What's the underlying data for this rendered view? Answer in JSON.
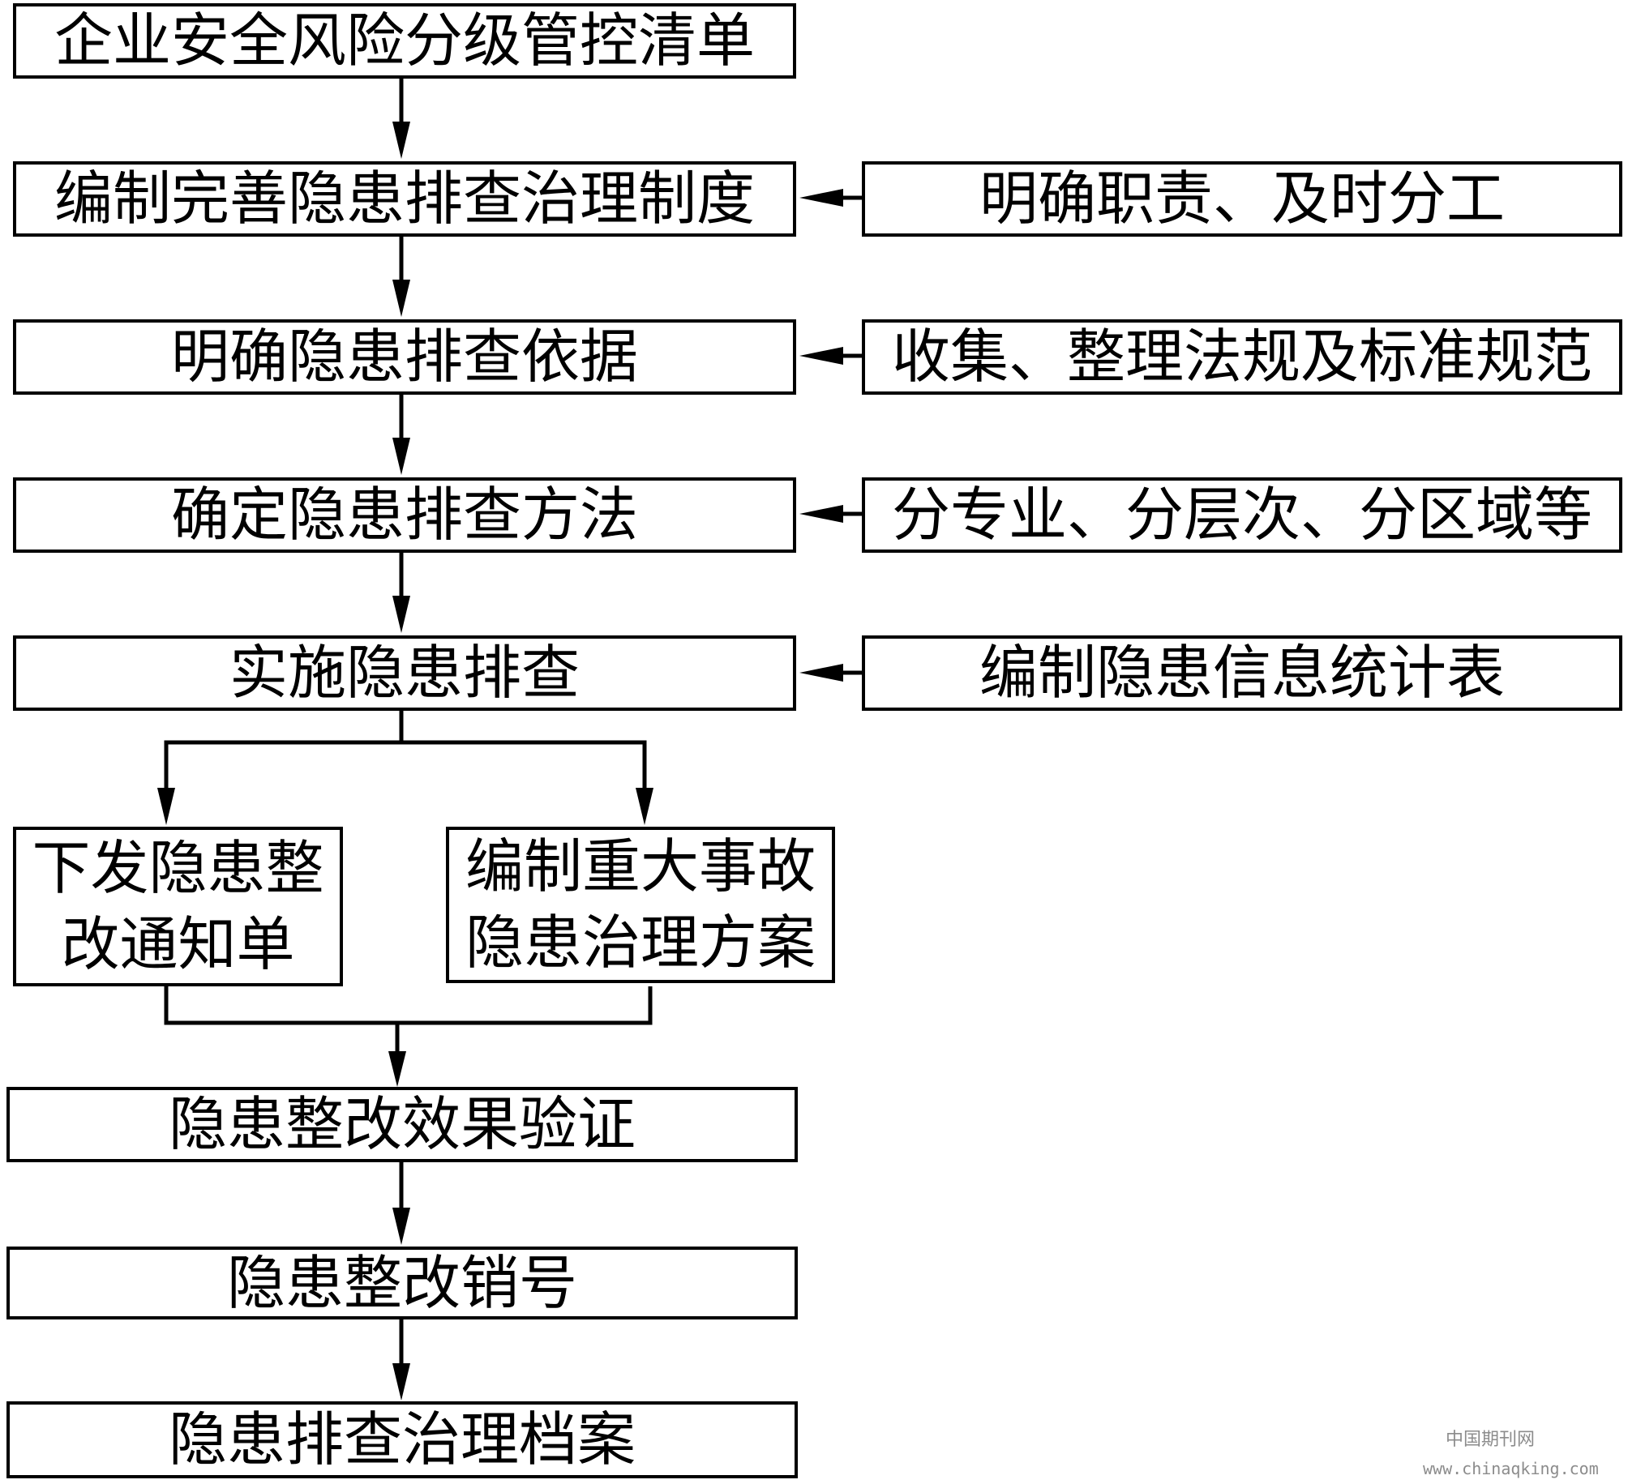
{
  "diagram": {
    "main_steps": [
      "企业安全风险分级管控清单",
      "编制完善隐患排查治理制度",
      "明确隐患排查依据",
      "确定隐患排查方法",
      "实施隐患排查",
      "隐患整改效果验证",
      "隐患整改销号",
      "隐患排查治理档案"
    ],
    "side_inputs": [
      "明确职责、及时分工",
      "收集、整理法规及标准规范",
      "分专业、分层次、分区域等",
      "编制隐患信息统计表"
    ],
    "branches": [
      {
        "line1": "下发隐患整",
        "line2": "改通知单"
      },
      {
        "line1": "编制重大事故",
        "line2": "隐患治理方案"
      }
    ],
    "line_color": "#000000"
  },
  "watermark": {
    "site_name": "中国期刊网",
    "url": "www.chinaqking.com"
  }
}
